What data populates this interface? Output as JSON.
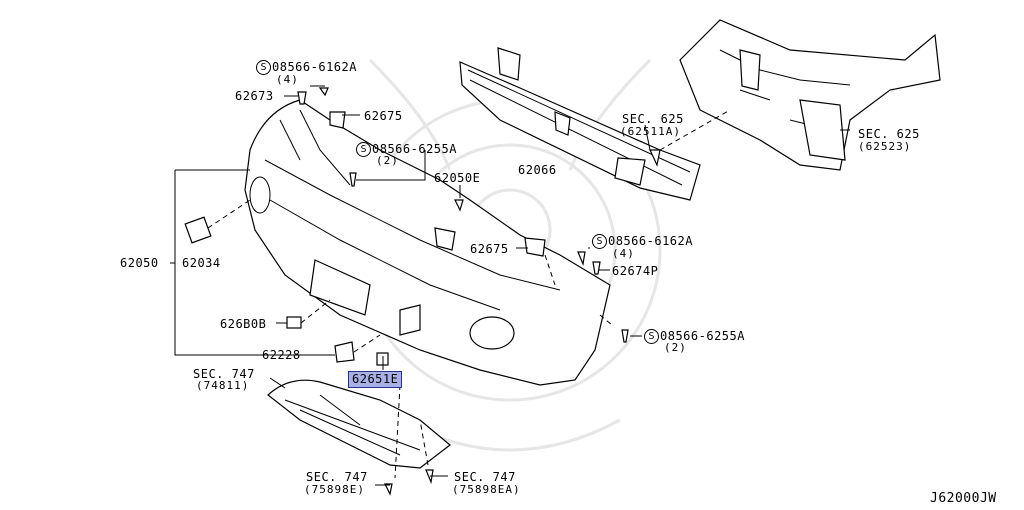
{
  "diagram_code": "J62000JW",
  "labels": {
    "bolt_top": {
      "code": "08566-6162A",
      "qty": "(4)",
      "symbol": "S"
    },
    "clip_62673": "62673",
    "bracket_62675_top": "62675",
    "bolt_mid": {
      "code": "08566-6255A",
      "qty": "(2)",
      "symbol": "S"
    },
    "clip_62050E": "62050E",
    "reinforcement_62066": "62066",
    "sec625_left": {
      "ref": "SEC. 625",
      "sub": "(62511A)"
    },
    "sec625_right": {
      "ref": "SEC. 625",
      "sub": "(62523)"
    },
    "fascia_62050": "62050",
    "clip_62034": "62034",
    "bracket_62675_right": "62675",
    "bolt_right_top": {
      "code": "08566-6162A",
      "qty": "(4)",
      "symbol": "S"
    },
    "clip_62674P": "62674P",
    "plate_62680B": "626B0B",
    "bolt_right_bottom": {
      "code": "08566-6255A",
      "qty": "(2)",
      "symbol": "S"
    },
    "cover_62228": "62228",
    "clip_62651E": "62651E",
    "sec747_top": {
      "ref": "SEC. 747",
      "sub": "(74811)"
    },
    "sec747_bl": {
      "ref": "SEC. 747",
      "sub": "(75898E)"
    },
    "sec747_br": {
      "ref": "SEC. 747",
      "sub": "(75898EA)"
    }
  },
  "highlight_color": "#a9b0e6"
}
